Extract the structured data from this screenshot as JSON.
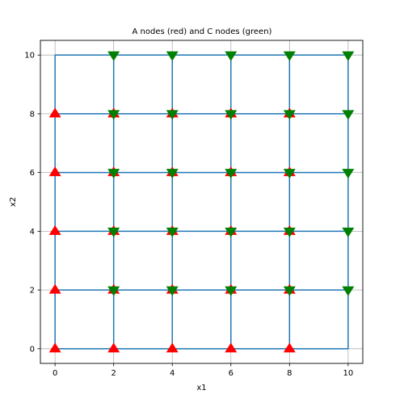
{
  "chart_data": {
    "type": "scatter",
    "title": "A nodes (red) and C nodes (green)",
    "xlabel": "x1",
    "ylabel": "x2",
    "xlim": [
      -0.5,
      10.5
    ],
    "ylim": [
      -0.5,
      10.5
    ],
    "xticks": [
      0,
      2,
      4,
      6,
      8,
      10
    ],
    "yticks": [
      0,
      2,
      4,
      6,
      8,
      10
    ],
    "grid": true,
    "mesh_lines": {
      "color": "#1f77b4",
      "x": [
        0,
        2,
        4,
        6,
        8,
        10
      ],
      "y": [
        0,
        2,
        4,
        6,
        8,
        10
      ]
    },
    "series": [
      {
        "marker": "triangle-up",
        "color": "#ff0000",
        "points": [
          [
            0,
            0
          ],
          [
            2,
            0
          ],
          [
            4,
            0
          ],
          [
            6,
            0
          ],
          [
            8,
            0
          ],
          [
            0,
            2
          ],
          [
            2,
            2
          ],
          [
            4,
            2
          ],
          [
            6,
            2
          ],
          [
            8,
            2
          ],
          [
            0,
            4
          ],
          [
            2,
            4
          ],
          [
            4,
            4
          ],
          [
            6,
            4
          ],
          [
            8,
            4
          ],
          [
            0,
            6
          ],
          [
            2,
            6
          ],
          [
            4,
            6
          ],
          [
            6,
            6
          ],
          [
            8,
            6
          ],
          [
            0,
            8
          ],
          [
            2,
            8
          ],
          [
            4,
            8
          ],
          [
            6,
            8
          ],
          [
            8,
            8
          ]
        ]
      },
      {
        "marker": "triangle-down",
        "color": "#008000",
        "points": [
          [
            2,
            2
          ],
          [
            4,
            2
          ],
          [
            6,
            2
          ],
          [
            8,
            2
          ],
          [
            10,
            2
          ],
          [
            2,
            4
          ],
          [
            4,
            4
          ],
          [
            6,
            4
          ],
          [
            8,
            4
          ],
          [
            10,
            4
          ],
          [
            2,
            6
          ],
          [
            4,
            6
          ],
          [
            6,
            6
          ],
          [
            8,
            6
          ],
          [
            10,
            6
          ],
          [
            2,
            8
          ],
          [
            4,
            8
          ],
          [
            6,
            8
          ],
          [
            8,
            8
          ],
          [
            10,
            8
          ],
          [
            2,
            10
          ],
          [
            4,
            10
          ],
          [
            6,
            10
          ],
          [
            8,
            10
          ],
          [
            10,
            10
          ]
        ]
      }
    ]
  }
}
